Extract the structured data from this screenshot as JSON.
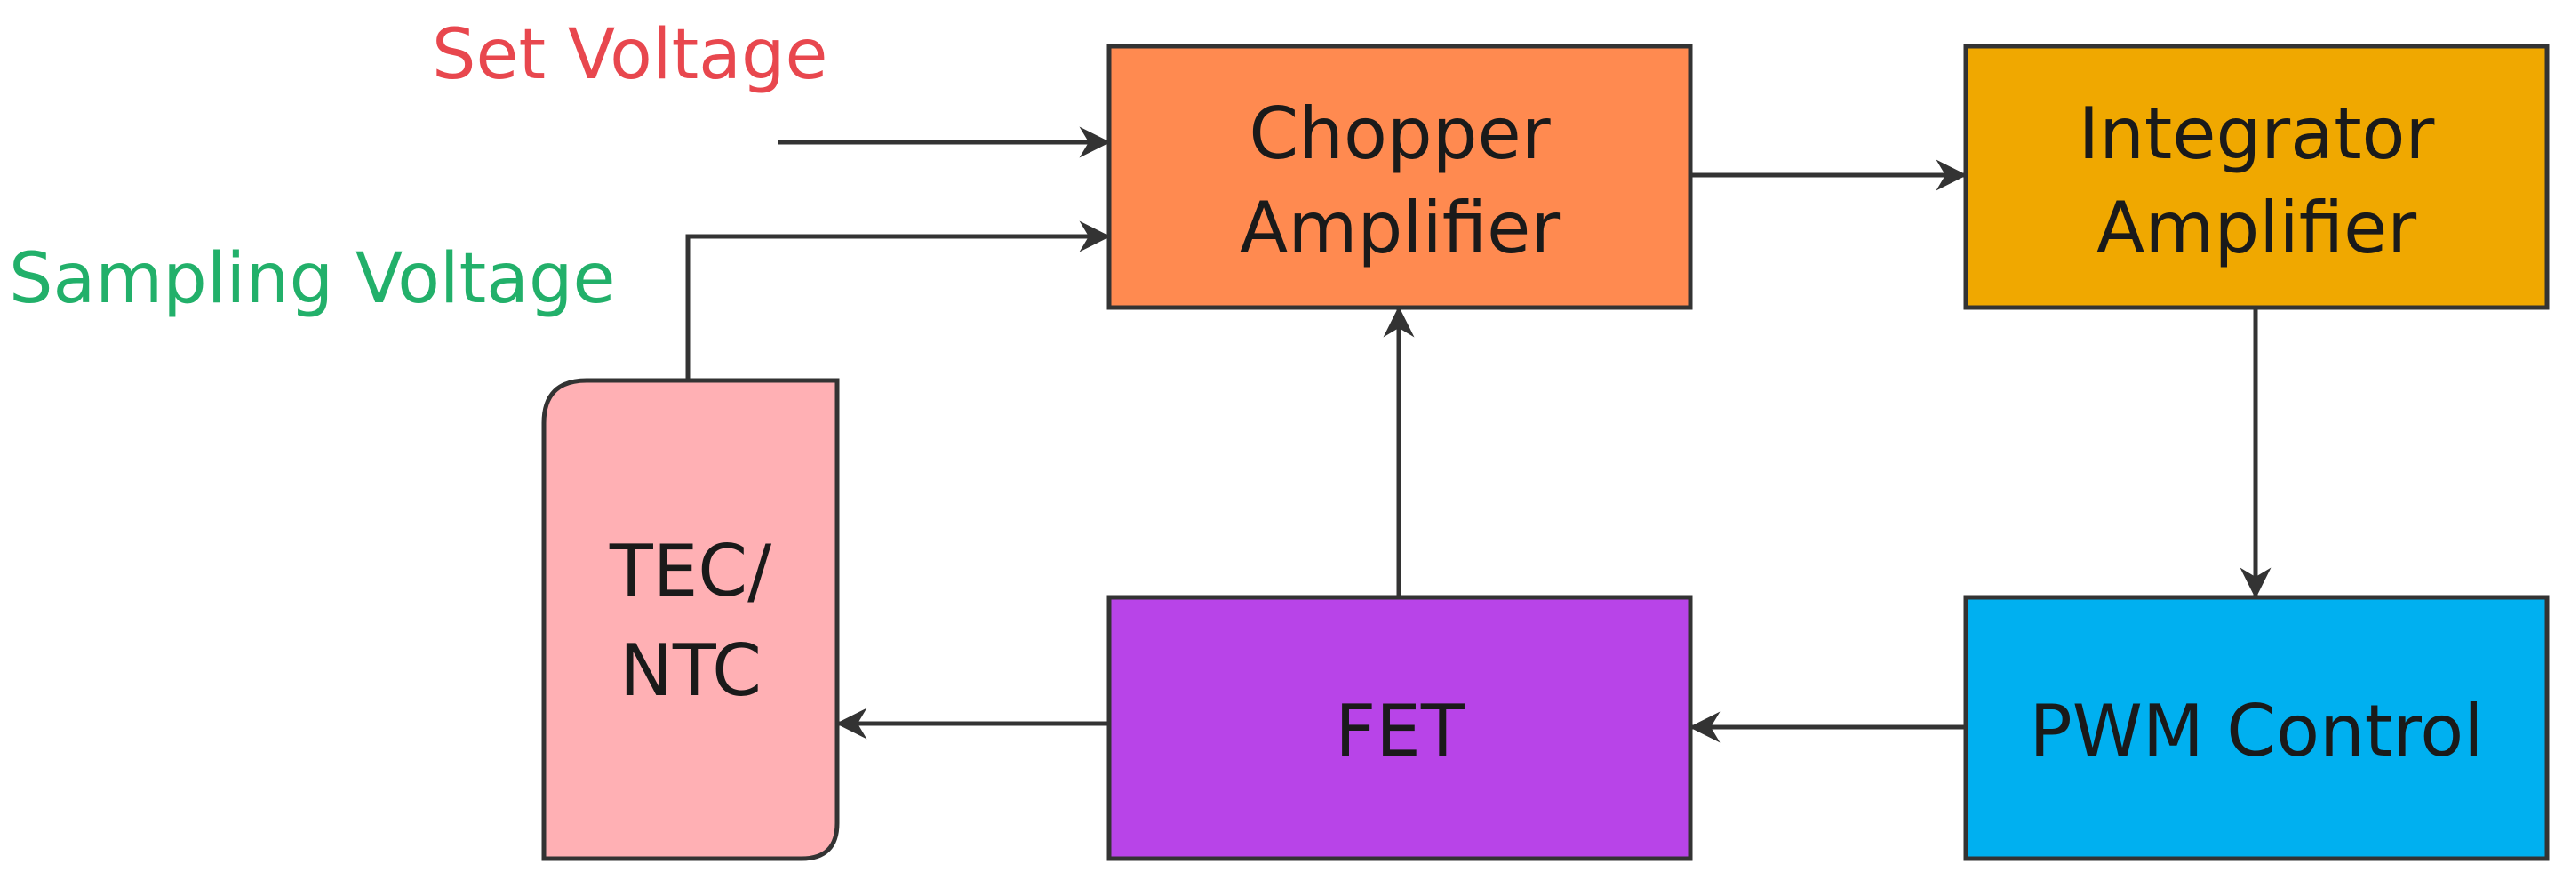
{
  "inputs": {
    "set_voltage": {
      "label": "Set Voltage",
      "color": "#e8474e"
    },
    "sampling_voltage": {
      "label": "Sampling Voltage",
      "color": "#22b06a"
    }
  },
  "blocks": {
    "chopper": {
      "line1": "Chopper",
      "line2": "Amplifier",
      "color": "#ff8a50"
    },
    "integrator": {
      "line1": "Integrator",
      "line2": "Amplifier",
      "color": "#f0a800"
    },
    "pwm": {
      "label": "PWM Control",
      "color": "#00b0f0"
    },
    "fet": {
      "label": "FET",
      "color": "#b844e8"
    },
    "tec": {
      "line1": "TEC/",
      "line2": "NTC",
      "color": "#ffb0b4"
    }
  },
  "colors": {
    "line": "#333333"
  }
}
